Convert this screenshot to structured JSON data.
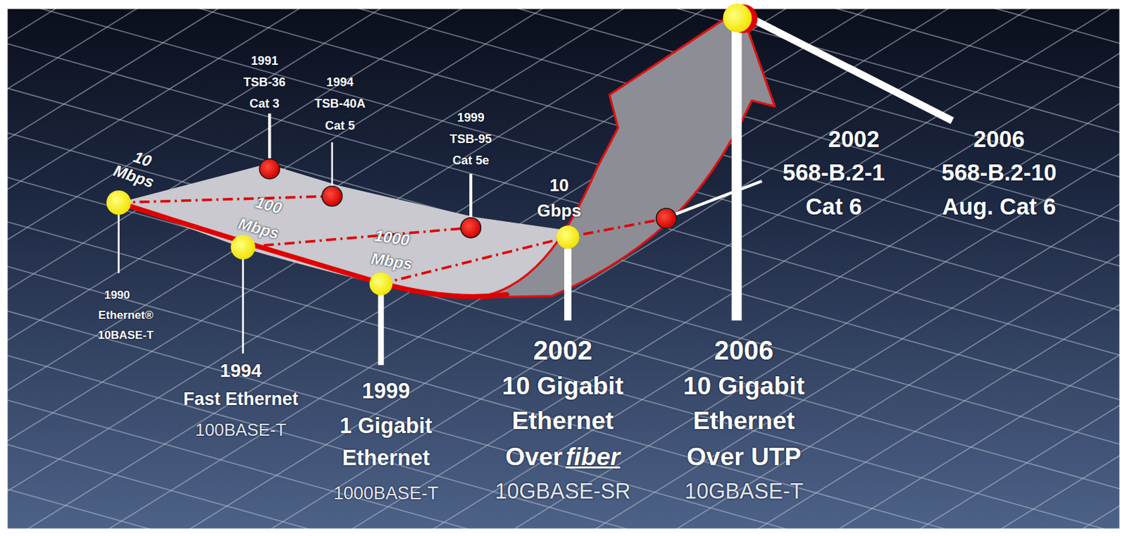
{
  "diagram": {
    "labels": [
      "1991",
      "TSB-36",
      "Cat 3",
      "1994",
      "TSB-40A",
      "Cat 5",
      "1999",
      "TSB-95",
      "Cat 5e",
      "10",
      "Mbps",
      "100",
      "Mbps",
      "1000",
      "Mbps",
      "10",
      "Gbps",
      "1990",
      "Ethernet®",
      "10BASE-T",
      "1994",
      "Fast Ethernet",
      "100BASE-T",
      "1999",
      "1 Gigabit",
      "Ethernet",
      "1000BASE-T",
      "2002",
      "10 Gigabit",
      "Ethernet",
      "Over",
      "fiber",
      "10GBASE-SR",
      "2006",
      "10 Gigabit",
      "Ethernet",
      "Over UTP",
      "10GBASE-T",
      "2002",
      "568-B.2-1",
      "Cat 6",
      "2006",
      "568-B.2-10",
      "Aug. Cat 6"
    ]
  }
}
